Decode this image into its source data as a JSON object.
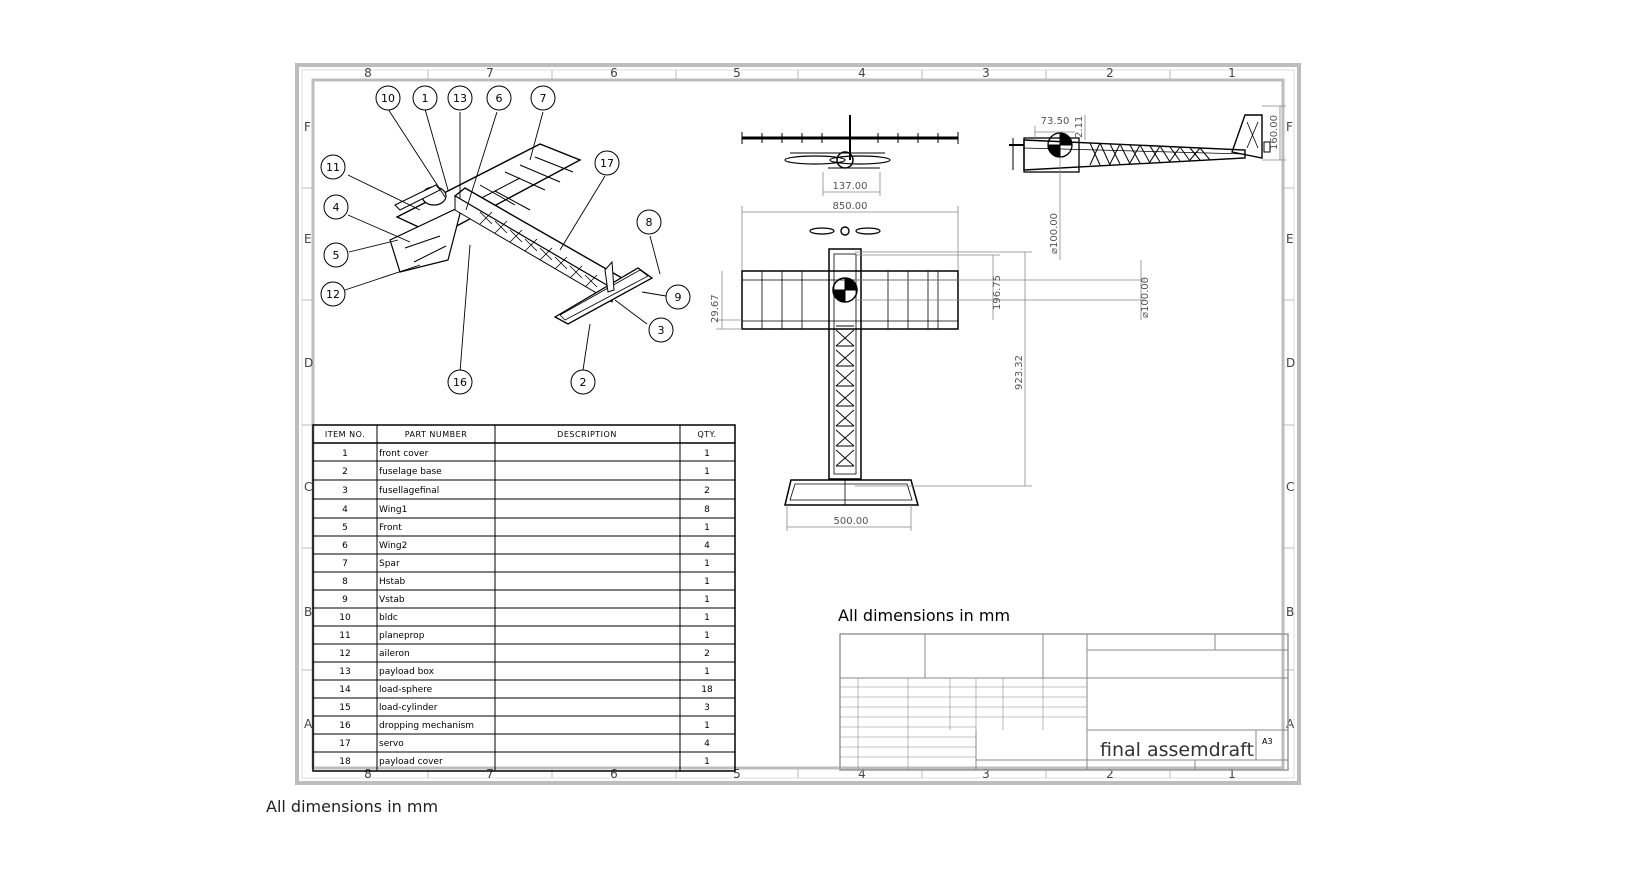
{
  "sheet": {
    "title_block": {
      "drawing_title": "final assemdraft",
      "size": "A3"
    },
    "notes": {
      "inner": "All dimensions in mm",
      "outer": "All dimensions in mm"
    },
    "zones": {
      "columns": [
        "8",
        "7",
        "6",
        "5",
        "4",
        "3",
        "2",
        "1"
      ],
      "rows": [
        "F",
        "E",
        "D",
        "C",
        "B",
        "A"
      ]
    }
  },
  "bom": {
    "headers": {
      "item": "ITEM NO.",
      "part": "PART NUMBER",
      "desc": "DESCRIPTION",
      "qty": "QTY."
    },
    "rows": [
      {
        "item": "1",
        "part": "front cover",
        "qty": "1"
      },
      {
        "item": "2",
        "part": "fuselage base",
        "qty": "1"
      },
      {
        "item": "3",
        "part": "fusellagefinal",
        "qty": "2"
      },
      {
        "item": "4",
        "part": "Wing1",
        "qty": "8"
      },
      {
        "item": "5",
        "part": "Front",
        "qty": "1"
      },
      {
        "item": "6",
        "part": "Wing2",
        "qty": "4"
      },
      {
        "item": "7",
        "part": "Spar",
        "qty": "1"
      },
      {
        "item": "8",
        "part": "Hstab",
        "qty": "1"
      },
      {
        "item": "9",
        "part": "Vstab",
        "qty": "1"
      },
      {
        "item": "10",
        "part": "bldc",
        "qty": "1"
      },
      {
        "item": "11",
        "part": "planeprop",
        "qty": "1"
      },
      {
        "item": "12",
        "part": "aileron",
        "qty": "2"
      },
      {
        "item": "13",
        "part": "payload box",
        "qty": "1"
      },
      {
        "item": "14",
        "part": "load-sphere",
        "qty": "18"
      },
      {
        "item": "15",
        "part": "load-cylinder",
        "qty": "3"
      },
      {
        "item": "16",
        "part": "dropping mechanism",
        "qty": "1"
      },
      {
        "item": "17",
        "part": "servo",
        "qty": "4"
      },
      {
        "item": "18",
        "part": "payload cover",
        "qty": "1"
      }
    ]
  },
  "balloons": [
    "10",
    "1",
    "13",
    "6",
    "7",
    "11",
    "17",
    "4",
    "5",
    "12",
    "8",
    "9",
    "3",
    "16",
    "2"
  ],
  "dimensions": {
    "front_wingspan": "137.00",
    "top_wingspan": "850.00",
    "top_chord": "29.67",
    "top_fuselage_offset": "196.75",
    "top_length": "923.32",
    "top_prop_dia": "⌀100.00",
    "top_tail_span": "500.00",
    "side_x": "73.50",
    "side_small": "2.11",
    "side_height": "160.00",
    "side_prop_dia": "⌀100.00"
  }
}
